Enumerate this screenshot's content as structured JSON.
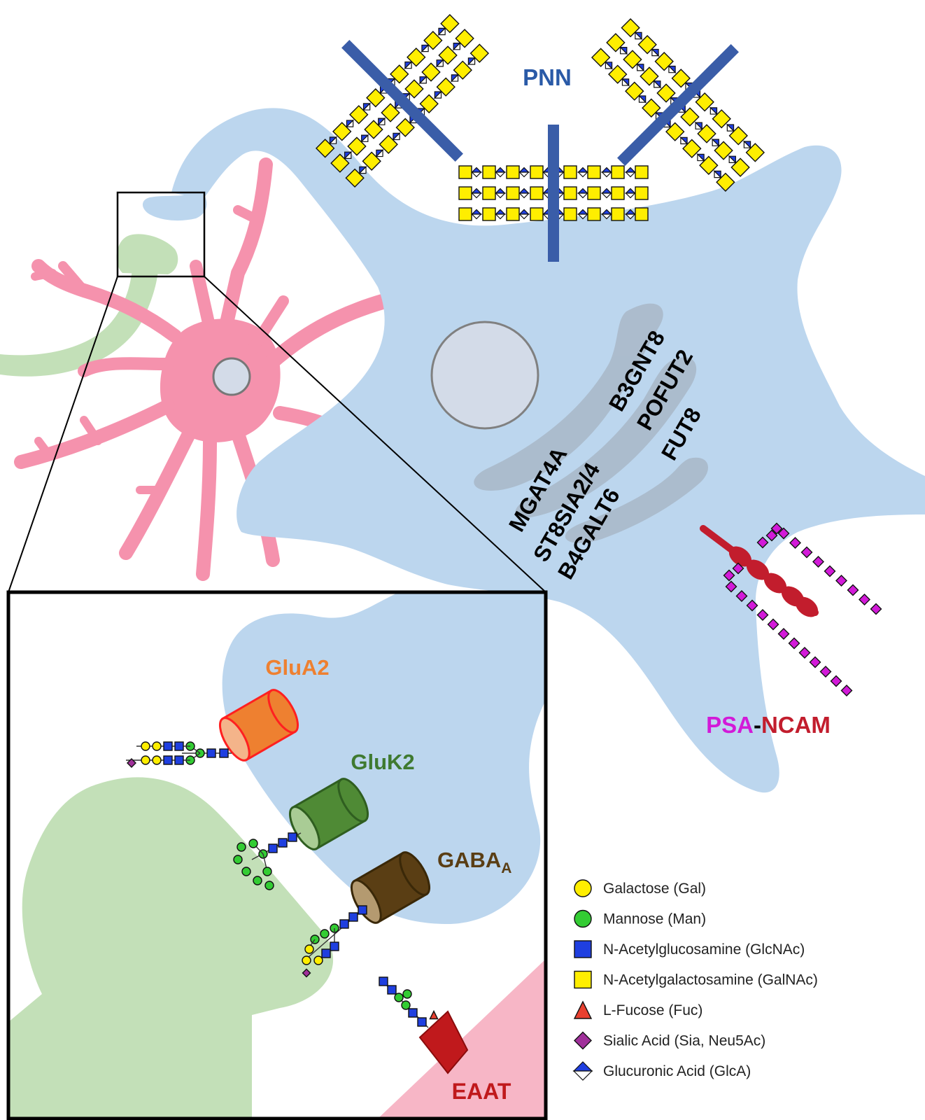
{
  "labels": {
    "pnn": "PNN",
    "psa": "PSA",
    "dash": "-",
    "ncam": "NCAM",
    "glua2": "GluA2",
    "gluk2": "GluK2",
    "gaba": "GABA",
    "gaba_sub": "A",
    "eaat": "EAAT"
  },
  "enzymes": [
    "B3GNT8",
    "POFUT2",
    "FUT8",
    "MGAT4A",
    "ST8SIA2/4",
    "B4GALT6"
  ],
  "legend": [
    {
      "label": "Galactose (Gal)",
      "shape": "circle",
      "color": "#ffee00"
    },
    {
      "label": "Mannose (Man)",
      "shape": "circle",
      "color": "#33cc33"
    },
    {
      "label": "N-Acetylglucosamine (GlcNAc)",
      "shape": "square",
      "color": "#1f3fe0"
    },
    {
      "label": "N-Acetylgalactosamine  (GalNAc)",
      "shape": "square",
      "color": "#ffee00"
    },
    {
      "label": "L-Fucose (Fuc)",
      "shape": "triangle",
      "color": "#e84030"
    },
    {
      "label": "Sialic Acid (Sia, Neu5Ac)",
      "shape": "diamond",
      "color": "#a0309a"
    },
    {
      "label": "Glucuronic Acid (GlcA)",
      "shape": "split-diamond",
      "color": "#1f3fe0"
    }
  ],
  "colors": {
    "neuron": "#bcd6ee",
    "astrocyte": "#f592ad",
    "presynaptic": "#c3e0b8",
    "eaat_cell": "#f7b6c6",
    "pnn_text": "#2a5aa7",
    "pnn_bar": "#3a5da8",
    "psa": "#d21ad8",
    "ncam": "#c21d2d",
    "glua2": "#ee8030",
    "gluk2": "#3f7a30",
    "gaba": "#5a3e14",
    "eaat": "#c0191c"
  }
}
